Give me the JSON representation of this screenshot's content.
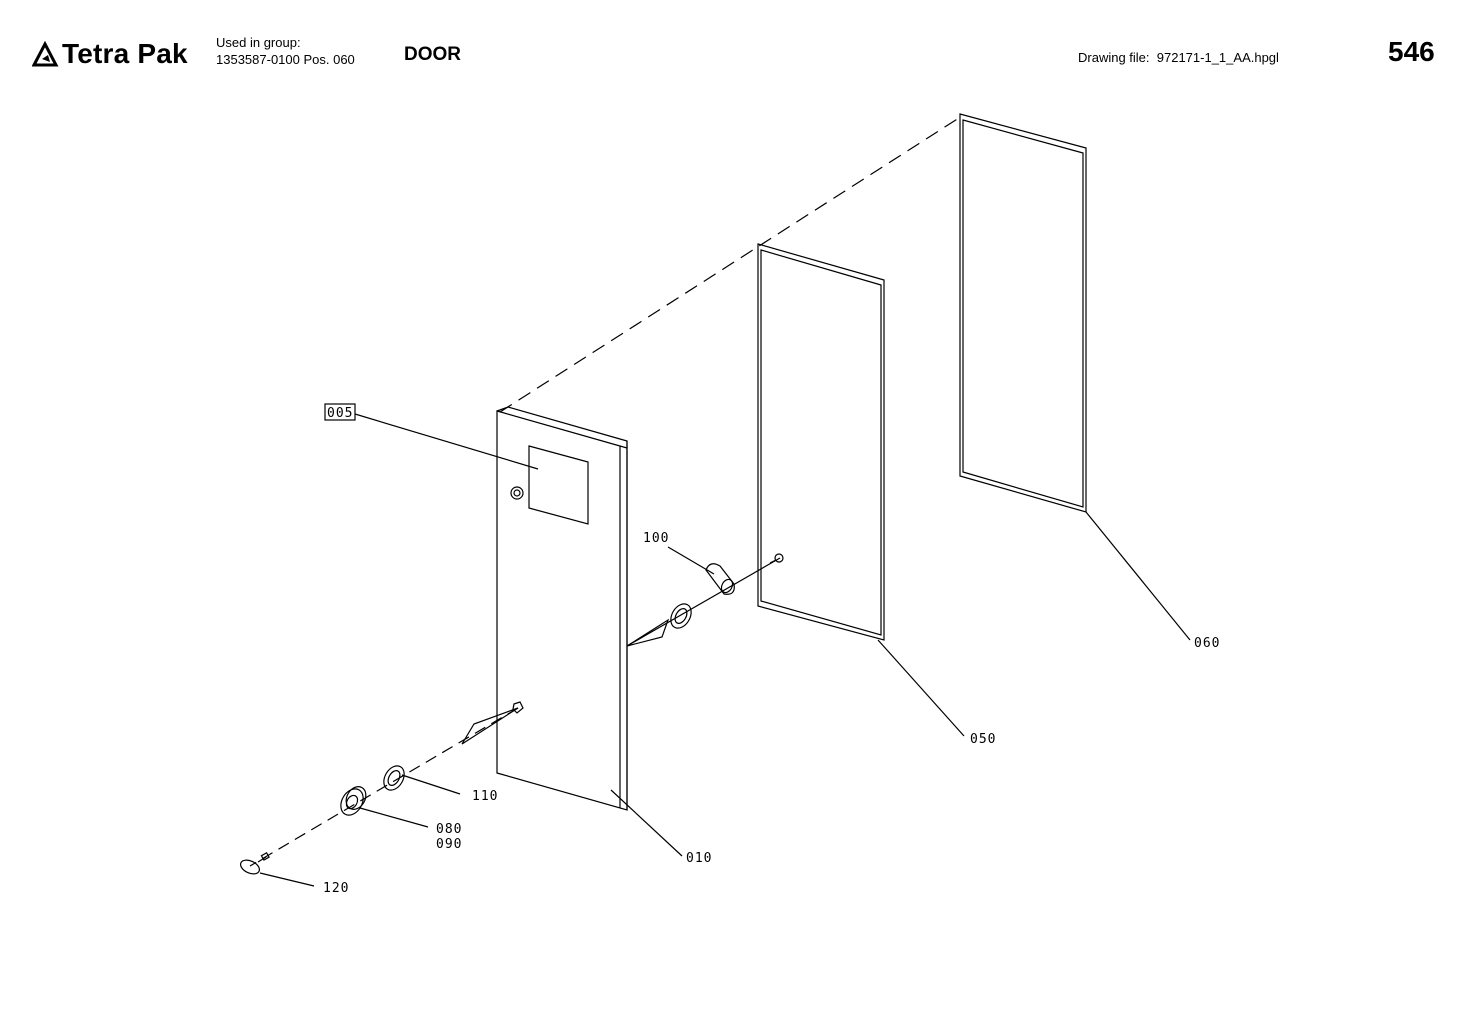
{
  "header": {
    "brand": "Tetra Pak",
    "used_in_group_label": "Used in group:",
    "used_in_group_value": "1353587-0100 Pos. 060",
    "title": "DOOR",
    "drawing_file_label": "Drawing file:",
    "drawing_file_value": "972171-1_1_AA.hpgl",
    "page_number": "546"
  },
  "icons": {
    "logo": "tetra-pak-triangle-icon"
  },
  "callouts": {
    "c005": "005",
    "c100": "100",
    "c110": "110",
    "c080": "080",
    "c090": "090",
    "c120": "120",
    "c010": "010",
    "c050": "050",
    "c060": "060"
  }
}
